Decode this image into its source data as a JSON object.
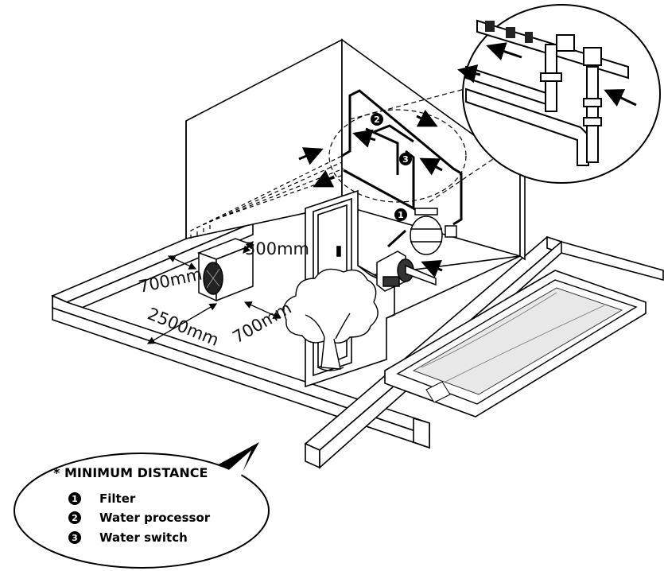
{
  "dimensions": {
    "side_clearance": "500mm",
    "back_clearance": "700mm",
    "front_clearance": "700mm",
    "airflow_clearance": "2500mm"
  },
  "markers": [
    "1",
    "2",
    "3"
  ],
  "legend": {
    "title": "* MINIMUM DISTANCE",
    "items": [
      {
        "number": "1",
        "label": "Filter"
      },
      {
        "number": "2",
        "label": "Water processor"
      },
      {
        "number": "3",
        "label": "Water switch"
      }
    ]
  }
}
